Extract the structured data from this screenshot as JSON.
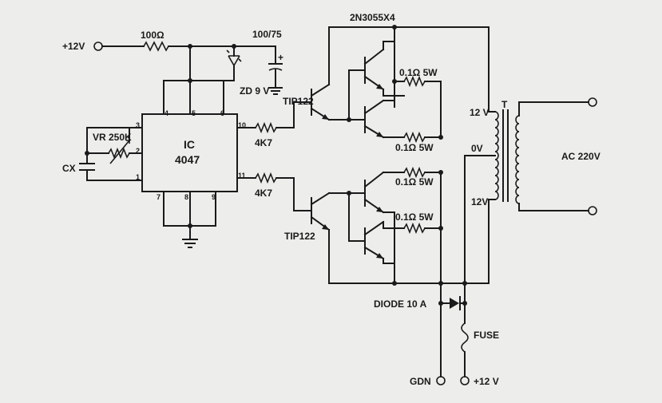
{
  "labels": {
    "plus12v_top": "+12V",
    "r_100": "100Ω",
    "c_100_75": "100/75",
    "zener": "ZD 9 V",
    "transistors_top": "2N3055X4",
    "tip122_top": "TIP122",
    "tip122_bottom": "TIP122",
    "r_emitter_1": "0.1Ω 5W",
    "r_emitter_2": "0.1Ω 5W",
    "r_emitter_3": "0.1Ω 5W",
    "r_emitter_4": "0.1Ω 5W",
    "r_4k7_top": "4K7",
    "r_4k7_bottom": "4K7",
    "vr": "VR 250K",
    "cx": "CX",
    "ic_line1": "IC",
    "ic_line2": "4047",
    "tap_12v_top": "12 V",
    "tap_0v": "0V",
    "tap_12v_bottom": "12V",
    "transformer": "T",
    "ac_out": "AC 220V",
    "diode": "DIODE 10 A",
    "fuse": "FUSE",
    "gnd": "GDN",
    "plus12v_bottom": "+12 V",
    "plus_sign": "+"
  },
  "ic_pins": {
    "p1": "1",
    "p2": "2",
    "p3": "3",
    "p4": "4",
    "p5": "5",
    "p6": "6",
    "p7": "7",
    "p8": "8",
    "p9": "9",
    "p10": "10",
    "p11": "11"
  }
}
